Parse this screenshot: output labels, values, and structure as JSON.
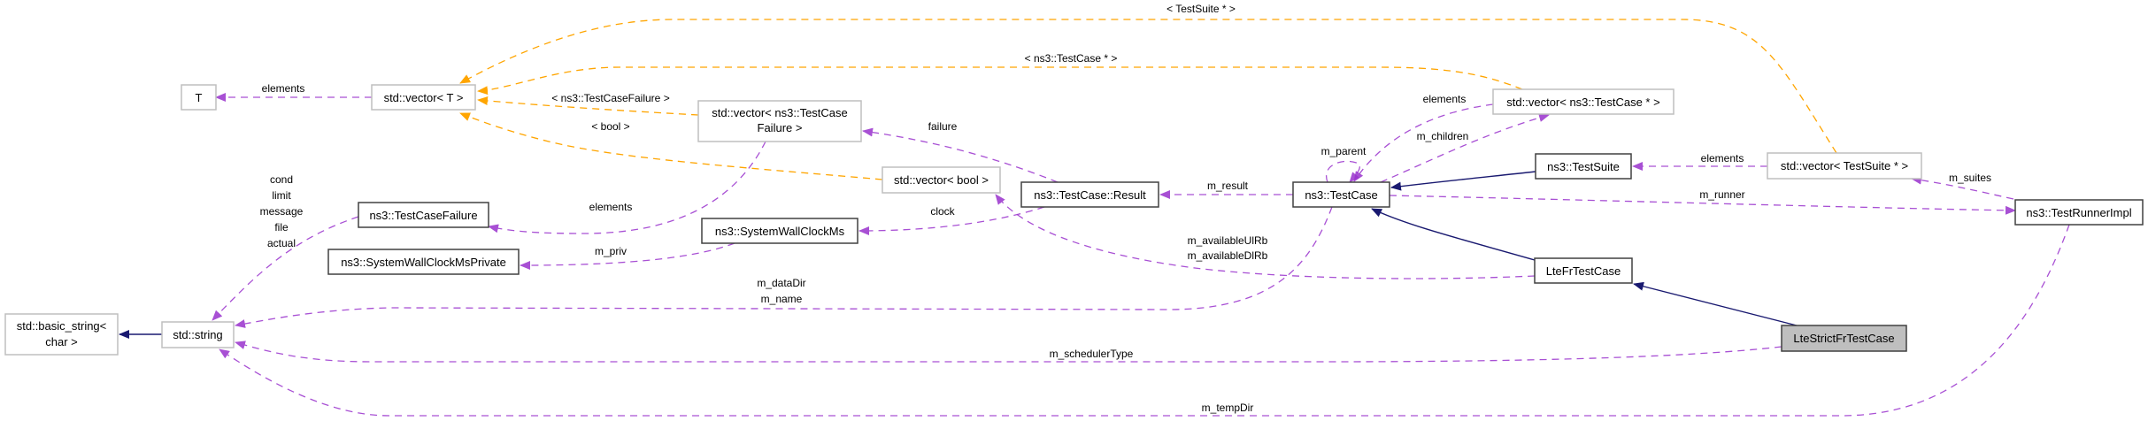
{
  "diagram": {
    "colors": {
      "usage": "#9a32cd",
      "template": "#ffa500",
      "inheritance": "#191970",
      "focus_fill": "#bfbfbf"
    },
    "nodes": {
      "T": "T",
      "vector_T": "std::vector< T >",
      "vector_tcf_line1": "std::vector< ns3::TestCase",
      "vector_tcf_line2": "Failure >",
      "vector_bool": "std::vector< bool >",
      "vector_testcase": "std::vector< ns3::TestCase * >",
      "vector_testsuite": "std::vector< TestSuite * >",
      "testcasefailure": "ns3::TestCaseFailure",
      "systemwallclockms": "ns3::SystemWallClockMs",
      "systemwallclockmsprivate": "ns3::SystemWallClockMsPrivate",
      "basic_string_line1": "std::basic_string<",
      "basic_string_line2": "char >",
      "string": "std::string",
      "testcase_result": "ns3::TestCase::Result",
      "testcase": "ns3::TestCase",
      "testsuite": "ns3::TestSuite",
      "testrunnerimpl": "ns3::TestRunnerImpl",
      "ltefrtestcase": "LteFrTestCase",
      "ltestrictfrtestcase": "LteStrictFrTestCase"
    },
    "edge_labels": {
      "testsuite_ptr": "< TestSuite * >",
      "testcase_ptr": "< ns3::TestCase * >",
      "testcasefailure_tmpl": "< ns3::TestCaseFailure >",
      "bool_tmpl": "< bool >",
      "elements_T": "elements",
      "elements_tcf": "elements",
      "elements_vtc": "elements",
      "elements_vts": "elements",
      "failure_members": [
        "cond",
        "limit",
        "message",
        "file",
        "actual"
      ],
      "failure": "failure",
      "clock": "clock",
      "m_priv": "m_priv",
      "m_result": "m_result",
      "m_parent": "m_parent",
      "m_children": "m_children",
      "m_runner": "m_runner",
      "m_suites": "m_suites",
      "m_availableUlRb": "m_availableUlRb",
      "m_availableDlRb": "m_availableDlRb",
      "m_dataDir": "m_dataDir",
      "m_name": "m_name",
      "m_schedulerType": "m_schedulerType",
      "m_tempDir": "m_tempDir"
    }
  }
}
